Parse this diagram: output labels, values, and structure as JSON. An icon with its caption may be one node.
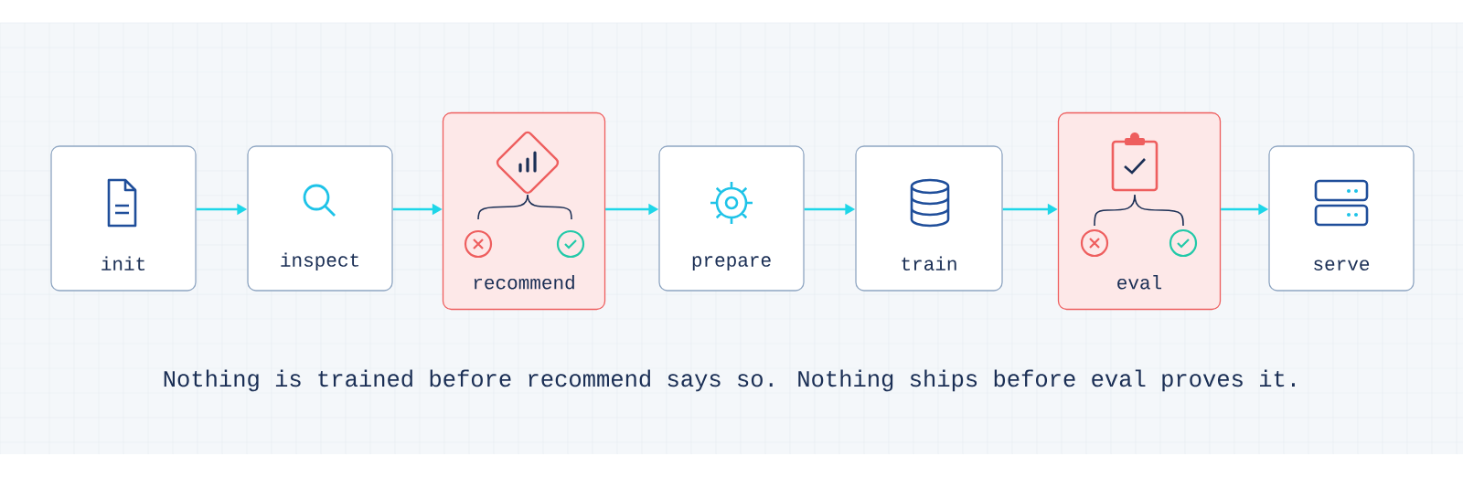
{
  "diagram": {
    "caption": "Nothing is trained before recommend says so. Nothing ships before eval proves it.",
    "nodes": [
      {
        "text": [
          "init"
        ]
      },
      {
        "text": [
          "inspect"
        ]
      },
      {
        "text": [
          "recommend"
        ]
      },
      {
        "text": [
          "prepare"
        ]
      },
      {
        "text": [
          "train"
        ]
      },
      {
        "text": [
          "eval"
        ]
      },
      {
        "text": [
          "serve"
        ]
      }
    ],
    "edges": [
      {
        "from": 0,
        "to": 1,
        "arrow": "to"
      },
      {
        "from": 1,
        "to": 2,
        "arrow": "to"
      },
      {
        "from": 2,
        "to": 3,
        "arrow": "to"
      },
      {
        "from": 3,
        "to": 4,
        "arrow": "to"
      },
      {
        "from": 4,
        "to": 5,
        "arrow": "to"
      },
      {
        "from": 5,
        "to": 6,
        "arrow": "to"
      }
    ]
  }
}
